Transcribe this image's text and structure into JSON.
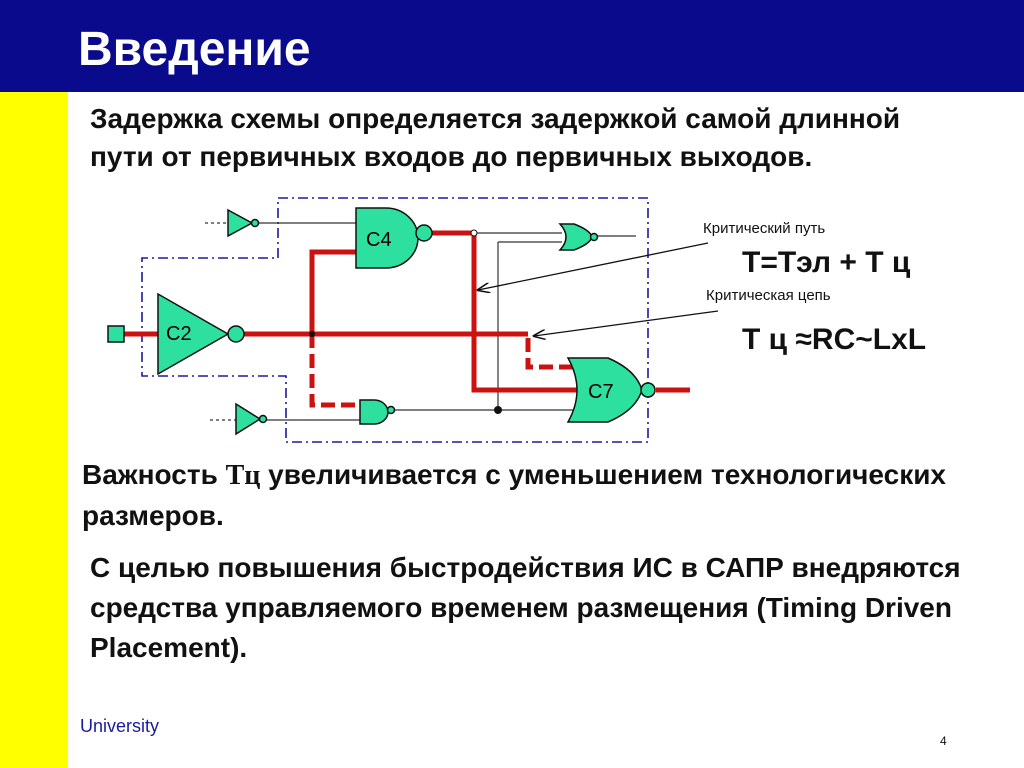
{
  "title": "Введение",
  "paragraph1": "Задержка схемы определяется задержкой самой длинной пути от первичных входов до первичных выходов.",
  "paragraph2": {
    "prefix": "Важность ",
    "term": "Тц",
    "suffix": " увеличивается с уменьшением технологических размеров."
  },
  "paragraph3": "С целью повышения быстродействия ИС в САПР внедряются средства управляемого временем размещения (Timing Driven Placement).",
  "diagram": {
    "labels": {
      "critical_path": "Критический путь",
      "critical_chain": "Критическая цепь",
      "formula1": "T=Tэл + T ц",
      "formula2": "T ц ≈RC~LxL"
    },
    "gates": {
      "c4": "C4",
      "c2": "C2",
      "c7": "C7"
    },
    "colors": {
      "gate_fill": "#2de0a0",
      "critical_wire": "#cc1111",
      "box_border": "#1a1aa0"
    }
  },
  "footer": {
    "university": "University",
    "page": "4"
  },
  "colors": {
    "header": "#0a0a8c",
    "sidebar": "#ffff00",
    "title_text": "#ffffff"
  }
}
